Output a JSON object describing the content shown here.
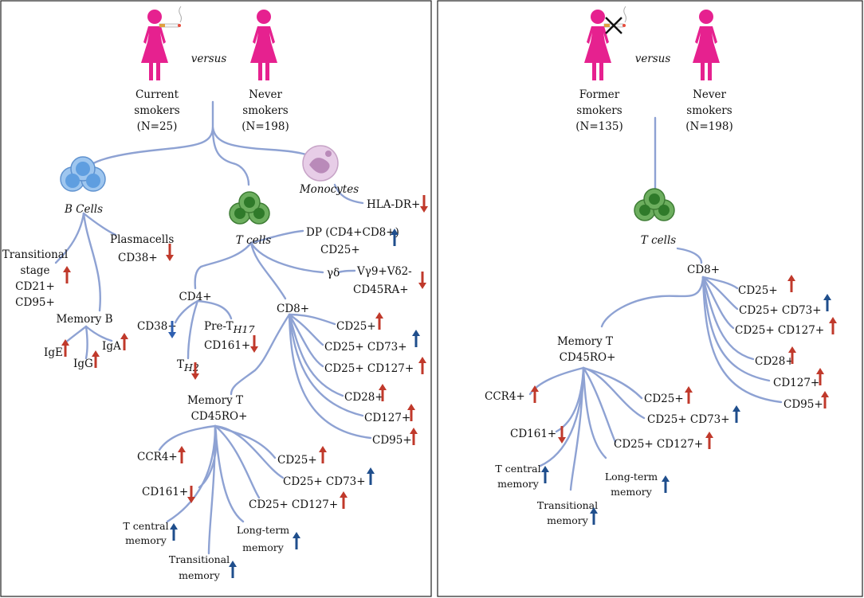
{
  "colors": {
    "person": "#e6218f",
    "branch": "#8ea2d3",
    "arrow_up_red": "#c0392b",
    "arrow_down_red": "#c0392b",
    "arrow_up_blue": "#1f4e8c",
    "b_cell": "#6fa6e0",
    "t_cell": "#4f9a45",
    "monocyte": "#c9a1c9"
  },
  "left": {
    "versus": "versus",
    "group1": {
      "line1": "Current",
      "line2": "smokers",
      "n": "(N=25)"
    },
    "group2": {
      "line1": "Never",
      "line2": "smokers",
      "n": "(N=198)"
    },
    "b_cells": "B Cells",
    "t_cells": "T  cells",
    "monocytes": "Monocytes",
    "hla_dr": "HLA-DR+",
    "plasmacells_1": "Plasmacells",
    "plasmacells_2": "CD38+",
    "trans_1": "Transitional",
    "trans_2": "stage",
    "trans_3": "CD21+",
    "trans_4": "CD95+",
    "memory_b": "Memory B",
    "ige": "IgE",
    "igg": "IgG",
    "iga": "IgA",
    "dp_1": "DP (CD4+CD8+)",
    "dp_2": "CD25+",
    "gd": "γδ",
    "vg9_1": "Vγ9+Vδ2-",
    "vg9_2": "CD45RA+",
    "cd4": "CD4+",
    "cd38": "CD38+",
    "pre_th17": "Pre-T",
    "pre_th17_sub": "H17",
    "cd161_a": "CD161+",
    "th2": "T",
    "th2_sub": "H2",
    "cd8": "CD8+",
    "cd8_items": [
      "CD25+",
      "CD25+ CD73+",
      "CD25+ CD127+",
      "CD28+",
      "CD127+",
      "CD95+"
    ],
    "memt_1": "Memory T",
    "memt_2": "CD45RO+",
    "mem_items": [
      "CCR4+",
      "CD161+",
      "T central",
      "memory",
      "Transitional",
      "memory",
      "Long-term",
      "memory",
      "CD25+",
      "CD25+ CD73+",
      "CD25+ CD127+"
    ]
  },
  "right": {
    "versus": "versus",
    "group1": {
      "line1": "Former",
      "line2": "smokers",
      "n": "(N=135)"
    },
    "group2": {
      "line1": "Never",
      "line2": "smokers",
      "n": "(N=198)"
    },
    "t_cells": "T  cells",
    "cd8": "CD8+",
    "cd8_items": [
      "CD25+",
      "CD25+ CD73+",
      "CD25+ CD127+",
      "CD28+",
      "CD127+",
      "CD95+"
    ],
    "memt_1": "Memory T",
    "memt_2": "CD45RO+",
    "mem_items": [
      "CCR4+",
      "CD161+",
      "T central",
      "memory",
      "Transitional",
      "memory",
      "Long-term",
      "memory",
      "CD25+",
      "CD25+ CD73+",
      "CD25+ CD127+"
    ]
  }
}
